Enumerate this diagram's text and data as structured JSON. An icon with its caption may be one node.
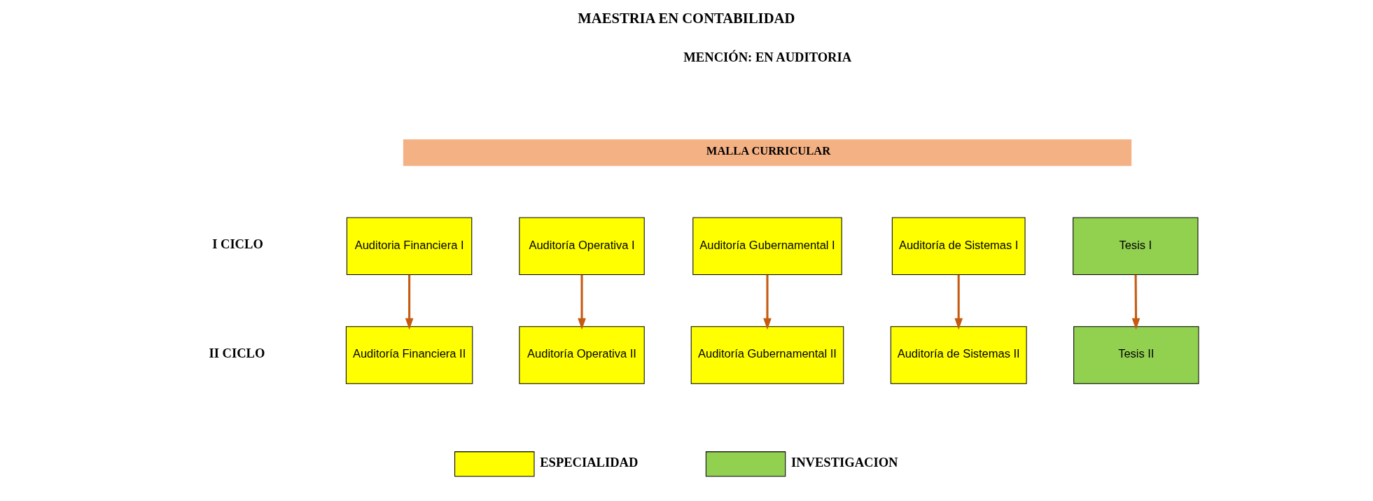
{
  "diagram": {
    "title": "MAESTRIA EN CONTABILIDAD",
    "nodes": [
      {
        "text": [
          "Auditoria Financiera I"
        ]
      },
      {
        "text": [
          "Auditoría Operativa I"
        ]
      },
      {
        "text": [
          "Auditoría Gubernamental I"
        ]
      },
      {
        "text": [
          "Auditoría de Sistemas I"
        ]
      },
      {
        "text": [
          "Tesis I"
        ]
      },
      {
        "text": [
          "Auditoría Financiera II"
        ]
      },
      {
        "text": [
          "Auditoría Operativa II"
        ]
      },
      {
        "text": [
          "Auditoría Gubernamental II"
        ]
      },
      {
        "text": [
          "Auditoría de Sistemas II"
        ]
      },
      {
        "text": [
          "Tesis II"
        ]
      }
    ],
    "edges": [
      {
        "from": 0,
        "to": 5,
        "arrow": "to"
      },
      {
        "from": 1,
        "to": 6,
        "arrow": "to"
      },
      {
        "from": 2,
        "to": 7,
        "arrow": "to"
      },
      {
        "from": 3,
        "to": 8,
        "arrow": "to"
      },
      {
        "from": 4,
        "to": 9,
        "arrow": "to"
      }
    ],
    "labels": [
      "MENCIÓN: EN AUDITORIA",
      "MALLA CURRICULAR",
      "I CICLO",
      "II CICLO"
    ],
    "legend": [
      {
        "text": "ESPECIALIDAD",
        "color": "#ffff00"
      },
      {
        "text": "INVESTIGACION",
        "color": "#92d050"
      }
    ]
  }
}
